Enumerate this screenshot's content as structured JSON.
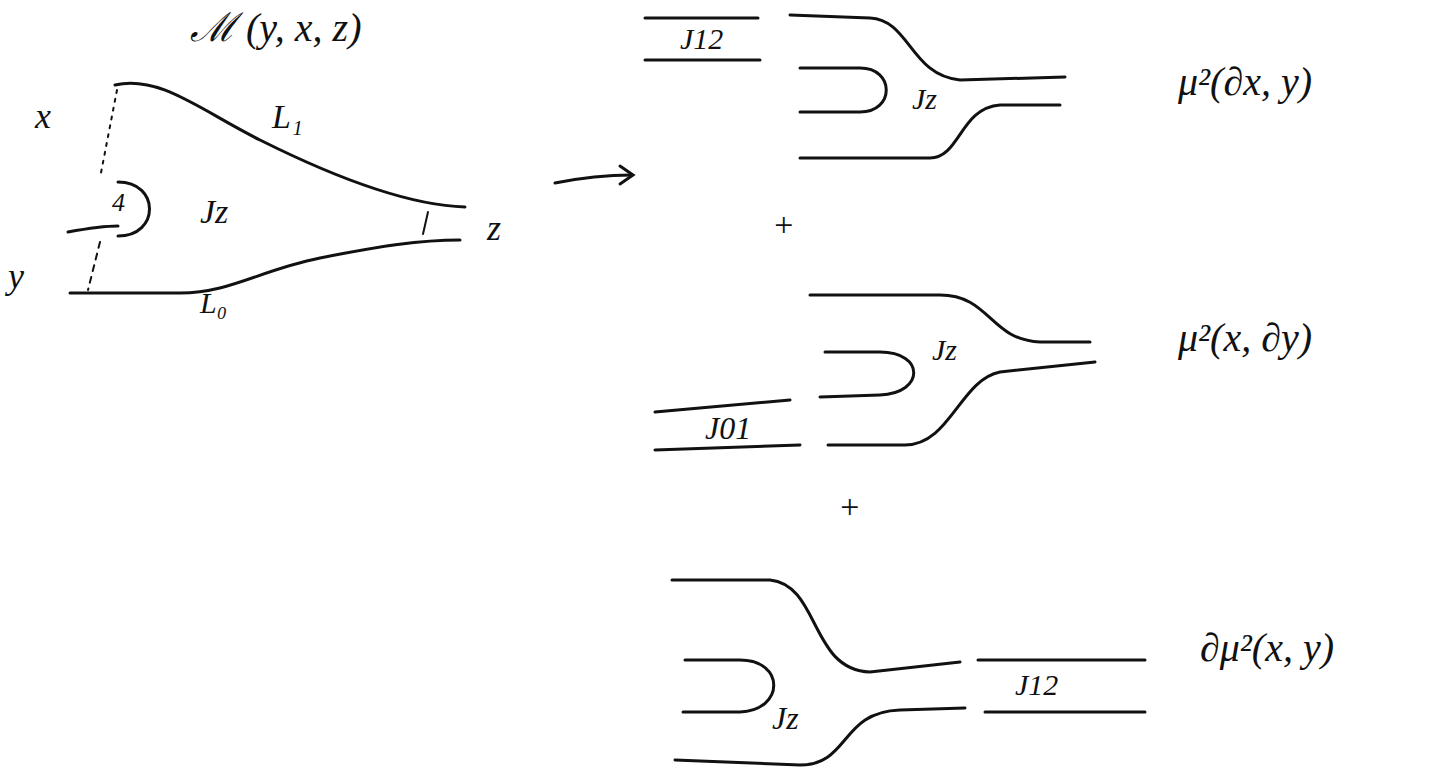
{
  "diagram": {
    "labels": [
      "ℳ (y, x, z)",
      "x",
      "L₁",
      "4",
      "Jz",
      "z",
      "y",
      "L₀",
      "J12",
      "Jz",
      "μ²(∂x, y)",
      "+",
      "Jz",
      "μ²(x, ∂y)",
      "J01",
      "+",
      "Jz",
      "J12",
      "∂μ²(x, y)"
    ]
  }
}
